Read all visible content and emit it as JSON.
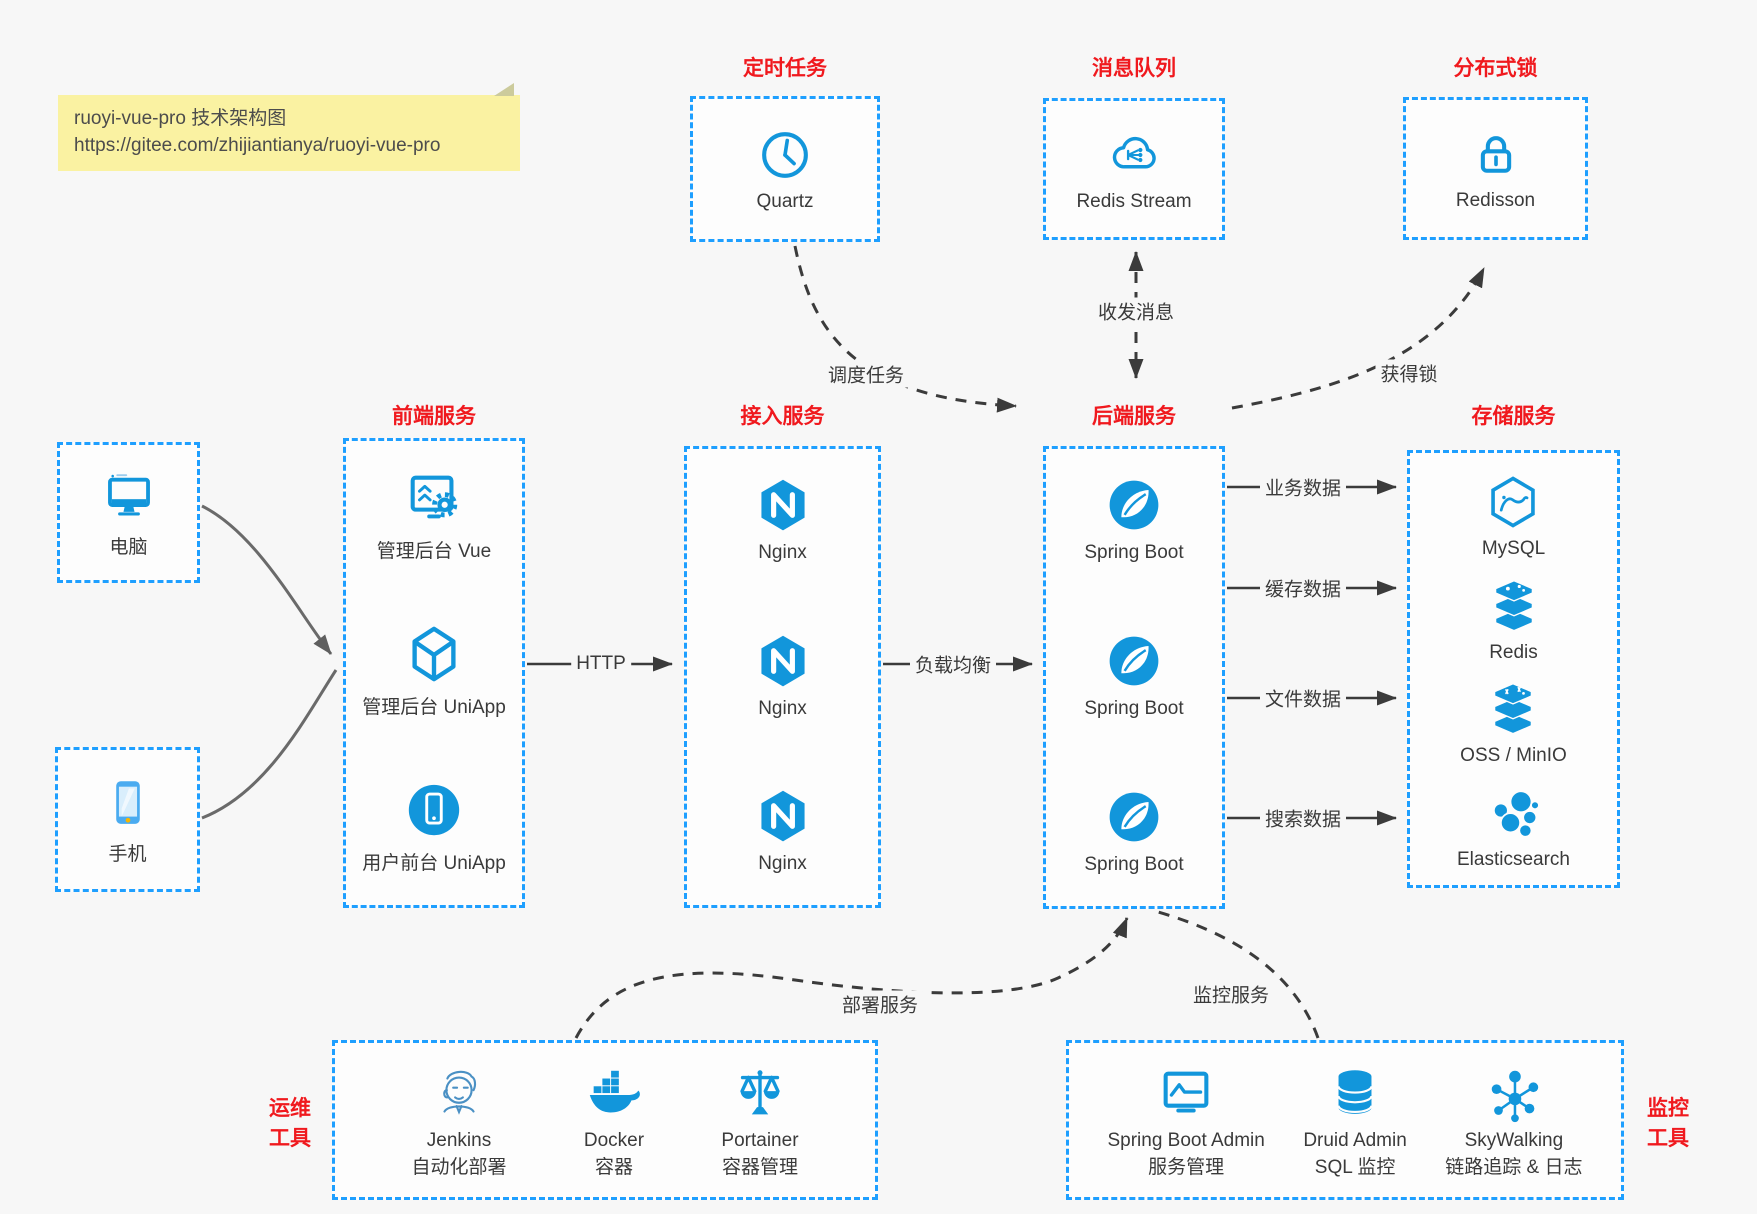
{
  "note": {
    "line1": "ruoyi-vue-pro 技术架构图",
    "line2": "https://gitee.com/zhijiantianya/ruoyi-vue-pro"
  },
  "groups": {
    "scheduled": {
      "title": "定时任务",
      "label": "Quartz",
      "icon": "clock-icon"
    },
    "mq": {
      "title": "消息队列",
      "label": "Redis Stream",
      "icon": "cloud-stream-icon"
    },
    "lock": {
      "title": "分布式锁",
      "label": "Redisson",
      "icon": "padlock-icon"
    }
  },
  "clients": {
    "pc": {
      "label": "电脑",
      "icon": "desktop-icon"
    },
    "phone": {
      "label": "手机",
      "icon": "smartphone-icon"
    }
  },
  "columns": {
    "frontend": {
      "title": "前端服务",
      "items": [
        {
          "label": "管理后台 Vue",
          "icon": "admin-vue-icon"
        },
        {
          "label": "管理后台 UniApp",
          "icon": "uniapp-cube-icon"
        },
        {
          "label": "用户前台 UniApp",
          "icon": "user-app-icon"
        }
      ]
    },
    "gateway": {
      "title": "接入服务",
      "items": [
        {
          "label": "Nginx",
          "icon": "nginx-icon"
        },
        {
          "label": "Nginx",
          "icon": "nginx-icon"
        },
        {
          "label": "Nginx",
          "icon": "nginx-icon"
        }
      ]
    },
    "backend": {
      "title": "后端服务",
      "items": [
        {
          "label": "Spring Boot",
          "icon": "spring-boot-icon"
        },
        {
          "label": "Spring Boot",
          "icon": "spring-boot-icon"
        },
        {
          "label": "Spring Boot",
          "icon": "spring-boot-icon"
        }
      ]
    },
    "storage": {
      "title": "存储服务",
      "items": [
        {
          "label": "MySQL",
          "icon": "mysql-icon"
        },
        {
          "label": "Redis",
          "icon": "redis-icon"
        },
        {
          "label": "OSS / MinIO",
          "icon": "object-storage-icon"
        },
        {
          "label": "Elasticsearch",
          "icon": "elasticsearch-icon"
        }
      ]
    }
  },
  "ops": {
    "title_line1": "运维",
    "title_line2": "工具",
    "items": [
      {
        "name": "Jenkins",
        "desc": "自动化部署",
        "icon": "jenkins-icon"
      },
      {
        "name": "Docker",
        "desc": "容器",
        "icon": "docker-icon"
      },
      {
        "name": "Portainer",
        "desc": "容器管理",
        "icon": "portainer-icon"
      }
    ]
  },
  "monitoring": {
    "title_line1": "监控",
    "title_line2": "工具",
    "items": [
      {
        "name": "Spring Boot Admin",
        "desc": "服务管理",
        "icon": "spring-admin-icon"
      },
      {
        "name": "Druid Admin",
        "desc": "SQL 监控",
        "icon": "druid-icon"
      },
      {
        "name": "SkyWalking",
        "desc": "链路追踪 & 日志",
        "icon": "skywalking-icon"
      }
    ]
  },
  "edges": {
    "http": "HTTP",
    "load_balance": "负载均衡",
    "business_data": "业务数据",
    "cache_data": "缓存数据",
    "file_data": "文件数据",
    "search_data": "搜索数据",
    "schedule": "调度任务",
    "message": "收发消息",
    "lock": "获得锁",
    "deploy": "部署服务",
    "monitor": "监控服务"
  },
  "colors": {
    "canvas_bg": "#f7f7f7",
    "box_border_blue": "#1e9fff",
    "icon_blue": "#1296db",
    "title_red": "#f0191e",
    "arrow_dark": "#3b3b3b",
    "note_bg": "#faf2a2"
  }
}
